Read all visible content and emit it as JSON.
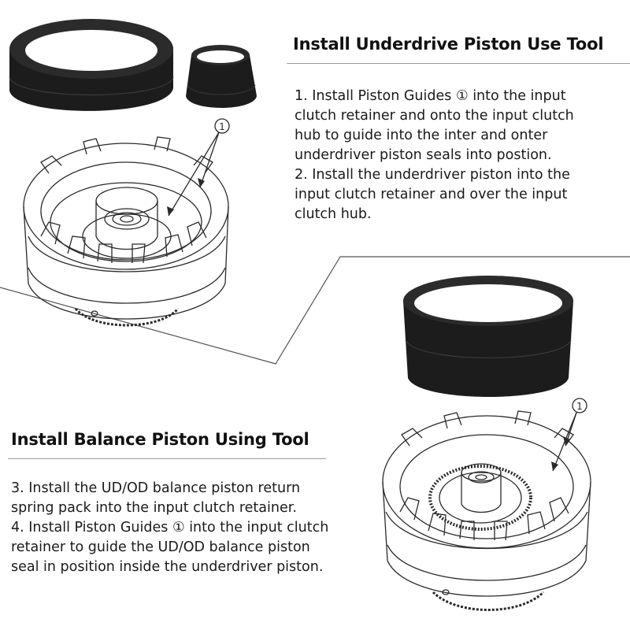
{
  "section_top": {
    "title": "Install Underdrive Piston Use Tool",
    "steps": [
      {
        "lines": [
          "1. Install Piston Guides ① into the input",
          "clutch retainer and onto the input clutch",
          "hub to guide into the inter and onter",
          "underdriver piston seals into postion."
        ]
      },
      {
        "lines": [
          "2. Install the underdriver piston into the",
          "input clutch retainer and over the input",
          "clutch hub."
        ]
      }
    ]
  },
  "section_bottom": {
    "title": "Install Balance Piston Using Tool",
    "steps": [
      {
        "lines": [
          "3. Install the UD/OD balance piston return",
          "spring pack into the input clutch retainer."
        ]
      },
      {
        "lines": [
          "4. Install Piston Guides ① into the input clutch",
          "retainer to guide the UD/OD balance piston",
          "seal in position inside the underdriver piston."
        ]
      }
    ]
  },
  "callouts": {
    "top": "1",
    "bottom": "1"
  },
  "colors": {
    "ring_dark": "#1c1c1c",
    "ring_highlight": "#3a3a3a",
    "line_art": "#2a2a2a",
    "rule": "#9a9a9a"
  }
}
